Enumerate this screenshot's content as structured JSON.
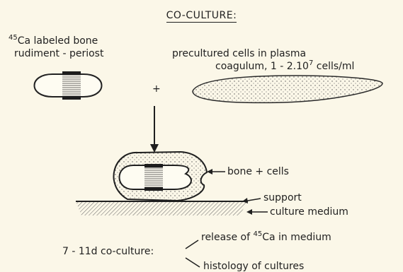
{
  "title": "CO-CULTURE:",
  "labels": {
    "bone_line1_sup": "45",
    "bone_line1": "Ca labeled bone",
    "bone_line2": "rudiment - periost",
    "cells_line1": "precultured cells in plasma",
    "cells_line2_pre": "coagulum,  1 - 2.10",
    "cells_line2_sup": "7",
    "cells_line2_post": " cells/ml",
    "plus": "+",
    "bone_cells": "bone + cells",
    "support": "support",
    "culture_medium": "culture medium",
    "coculture": "7 - 11d co-culture:",
    "release_pre": "release of ",
    "release_sup": "45",
    "release_post": "Ca in medium",
    "histology": "histology of cultures"
  }
}
